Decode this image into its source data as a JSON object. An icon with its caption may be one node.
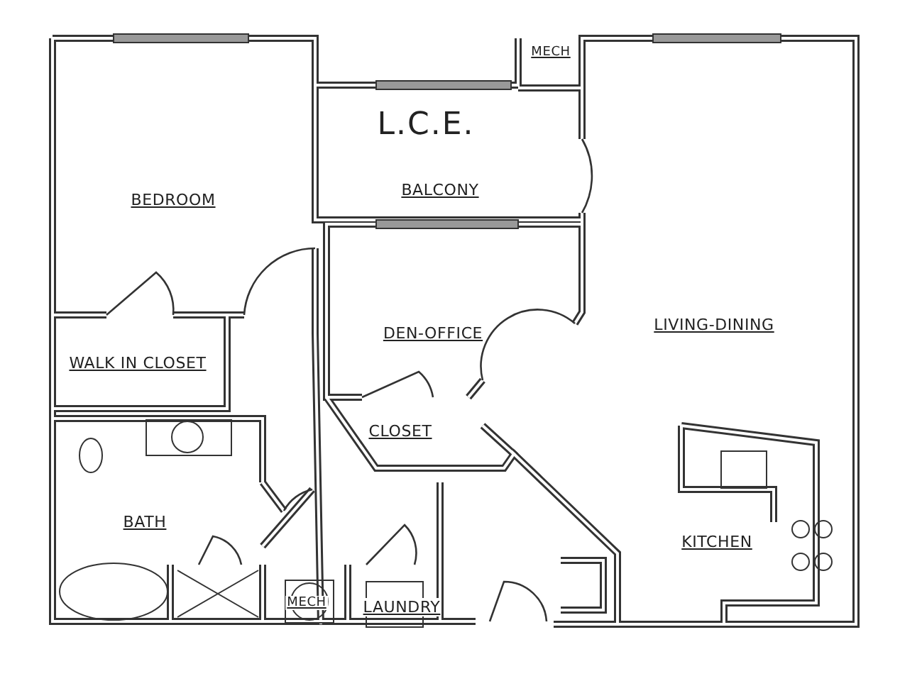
{
  "diagram": {
    "labels": [
      "MECH",
      "L.C.E.",
      "BEDROOM",
      "BALCONY",
      "DEN-OFFICE",
      "LIVING-DINING",
      "WALK IN CLOSET",
      "CLOSET",
      "BATH",
      "KITCHEN",
      "MECH",
      "LAUNDRY"
    ]
  }
}
